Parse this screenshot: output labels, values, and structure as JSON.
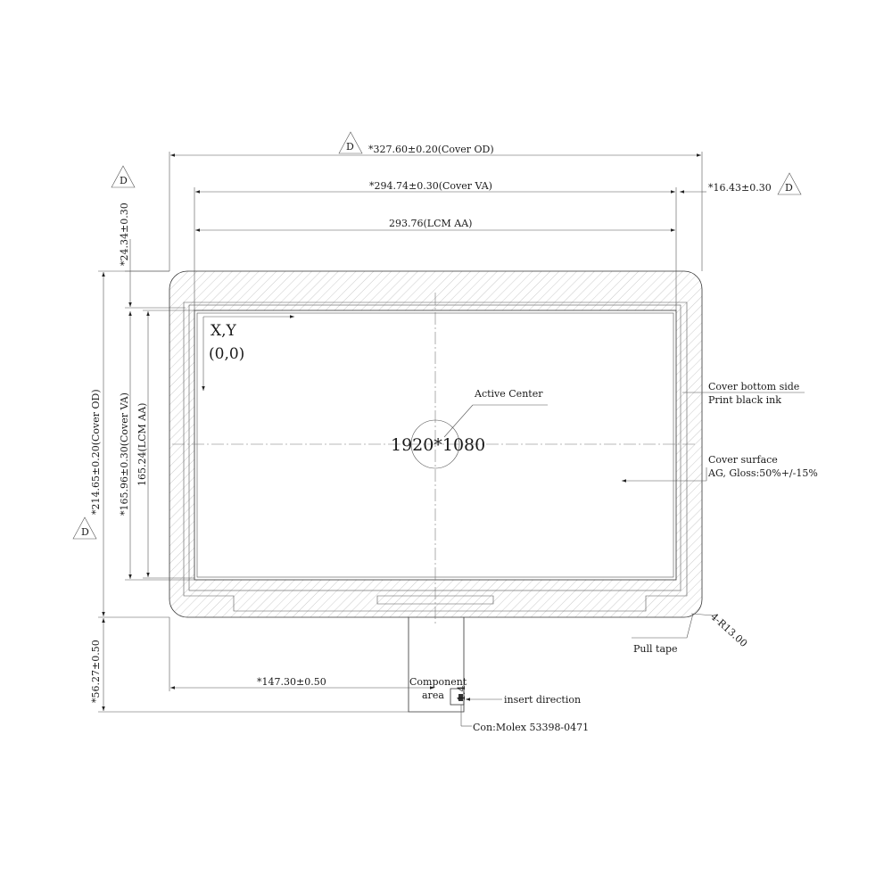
{
  "diagram": {
    "dimensions": {
      "cover_od_width": "*327.60±0.20(Cover OD)",
      "cover_va_width": "*294.74±0.30(Cover VA)",
      "lcm_aa_width": "293.76(LCM AA)",
      "right_margin": "*16.43±0.30",
      "top_margin": "*24.34±0.30",
      "cover_od_height": "*214.65±0.20(Cover OD)",
      "cover_va_height": "*165.96±0.30(Cover VA)",
      "lcm_aa_height": "165.24(LCM AA)",
      "fpc_length": "*56.27±0.50",
      "fpc_offset": "*147.30±0.50",
      "corner_radius": "4-R13.00",
      "connector_pitch": "1.4"
    },
    "datum_mark": "D",
    "origin_label": "X,Y",
    "origin_coords": "(0,0)",
    "resolution": "1920*1080",
    "active_center": "Active Center",
    "cover_bottom_side": "Cover bottom side",
    "print_black_ink": "Print black ink",
    "cover_surface": "Cover surface",
    "ag_gloss": "AG, Gloss:50%+/-15%",
    "pull_tape": "Pull tape",
    "component_area_1": "Component",
    "component_area_2": "area",
    "insert_direction": "insert direction",
    "connector": "Con:Molex 53398-0471"
  }
}
